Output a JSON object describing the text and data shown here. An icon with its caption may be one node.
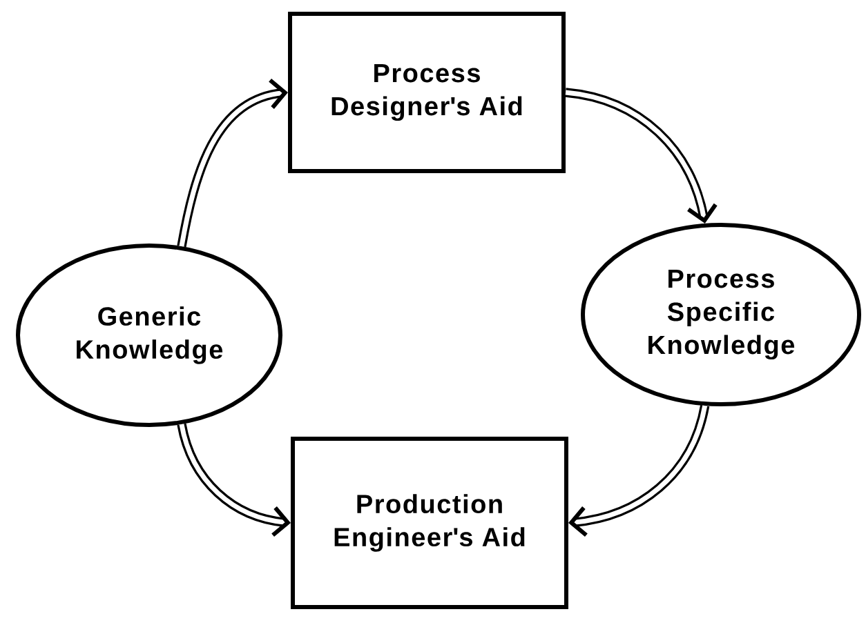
{
  "diagram": {
    "nodes": [
      {
        "text": [
          "Process Designer's Aid"
        ]
      },
      {
        "text": [
          "Generic Knowledge"
        ]
      },
      {
        "text": [
          "Process Specific Knowledge"
        ]
      },
      {
        "text": [
          "Production Engineer's Aid"
        ]
      }
    ],
    "edges": [
      {
        "from": 1,
        "to": 0,
        "arrow": "to"
      },
      {
        "from": 1,
        "to": 3,
        "arrow": "to"
      },
      {
        "from": 0,
        "to": 2,
        "arrow": "to"
      },
      {
        "from": 2,
        "to": 3,
        "arrow": "to"
      }
    ]
  }
}
